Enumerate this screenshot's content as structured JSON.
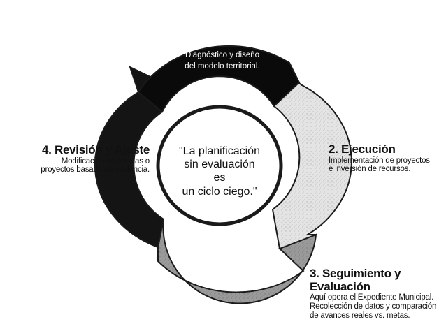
{
  "stages": [
    {
      "title": "1. Formulación",
      "lines": [
        "Diagnóstico y diseño",
        "del modelo territorial."
      ]
    },
    {
      "title": "2. Ejecución",
      "lines": [
        "Implementación de proyectos",
        "e inversión de recursos."
      ]
    },
    {
      "title": "3. Seguimiento y Evaluación",
      "lines": [
        "Aquí opera el Expediente Municipal.",
        "Recolección de datos y comparación",
        "de avances reales vs. metas."
      ]
    },
    {
      "title": "4. Revisión y Ajuste",
      "lines": [
        "Modificación de normas o",
        "proyectos basada en evidencia."
      ]
    }
  ],
  "center_quote": {
    "lines": [
      "\"La planificación",
      "sin evaluación es",
      "un ciclo ciego.\""
    ]
  },
  "colors": {
    "formulacion": "#0a0a0a",
    "ejecucion": "#e4e4e4",
    "seguimiento": "#9a9a9a",
    "revision": "#141414",
    "ring_edge": "#1a1a1a",
    "center_fill": "#ffffff"
  }
}
